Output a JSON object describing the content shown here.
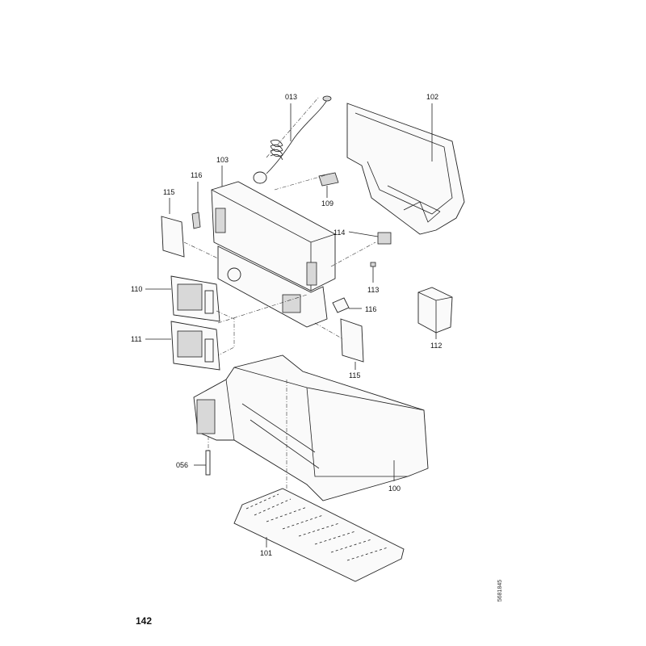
{
  "diagram": {
    "page_number": "142",
    "document_number": "5681845",
    "callouts": [
      {
        "id": "013",
        "label": "013"
      },
      {
        "id": "102",
        "label": "102"
      },
      {
        "id": "103",
        "label": "103"
      },
      {
        "id": "116a",
        "label": "116"
      },
      {
        "id": "115a",
        "label": "115"
      },
      {
        "id": "109",
        "label": "109"
      },
      {
        "id": "114",
        "label": "114"
      },
      {
        "id": "113",
        "label": "113"
      },
      {
        "id": "110",
        "label": "110"
      },
      {
        "id": "116b",
        "label": "116"
      },
      {
        "id": "111",
        "label": "111"
      },
      {
        "id": "115b",
        "label": "115"
      },
      {
        "id": "112",
        "label": "112"
      },
      {
        "id": "056",
        "label": "056"
      },
      {
        "id": "100",
        "label": "100"
      },
      {
        "id": "101",
        "label": "101"
      }
    ]
  }
}
